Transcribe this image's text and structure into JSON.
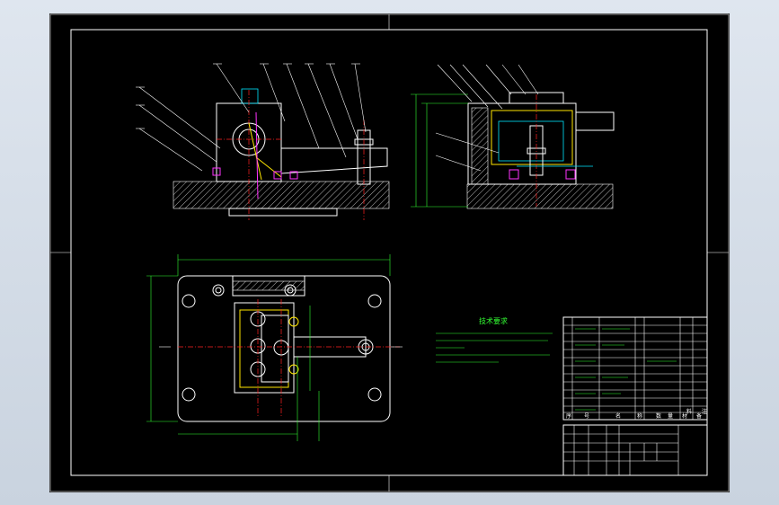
{
  "title_block": {
    "heading_labels": [
      "序",
      "号",
      "名",
      "称",
      "数",
      "量",
      "材",
      "料",
      "备",
      "注"
    ]
  },
  "notes": {
    "heading": "技术要求"
  },
  "colors": {
    "background_outer": "#d0d8e2",
    "drawing_area": "#000000",
    "outline": "#ffffff",
    "dimension": "#33ff33",
    "hidden": "#00e5ff",
    "highlight": "#ffe600",
    "center_line": "#ff2020",
    "annotation": "#ff33ff"
  }
}
